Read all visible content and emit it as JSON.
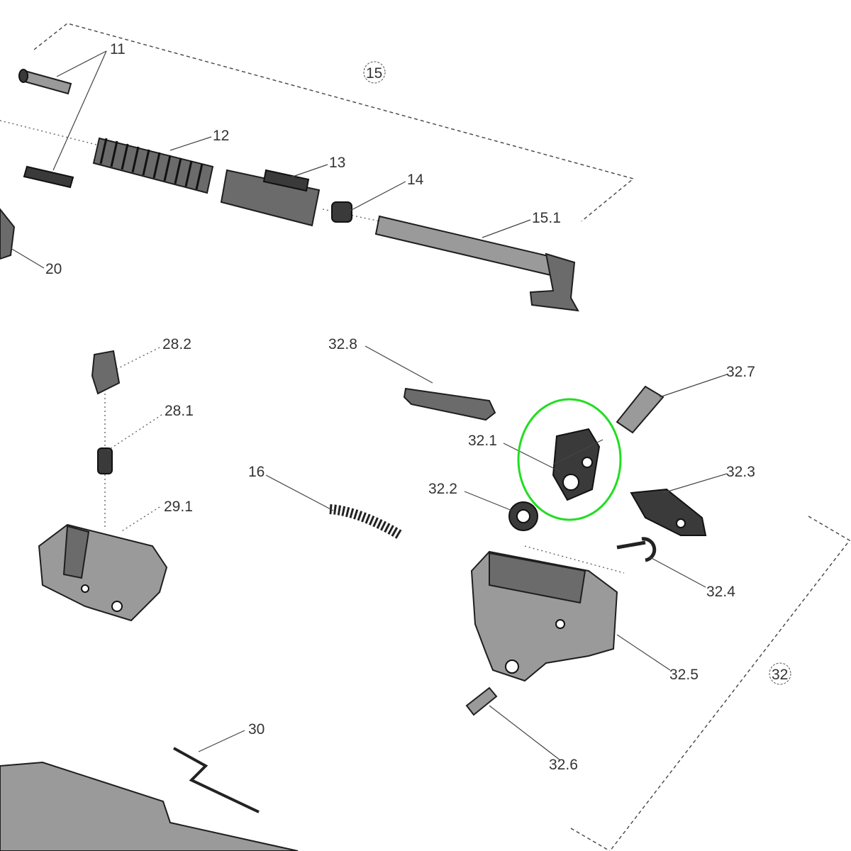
{
  "diagram": {
    "highlight_color": "#22dd22",
    "labels": {
      "l11": "11",
      "l15": "15",
      "l12": "12",
      "l13": "13",
      "l14": "14",
      "l15_1": "15.1",
      "l20": "20",
      "l28_2": "28.2",
      "l32_8": "32.8",
      "l32_7": "32.7",
      "l28_1": "28.1",
      "l32_1": "32.1",
      "l32_3": "32.3",
      "l16": "16",
      "l32_2": "32.2",
      "l29_1": "29.1",
      "l32_4": "32.4",
      "l32_5": "32.5",
      "l32": "32",
      "l30": "30",
      "l32_6": "32.6"
    }
  }
}
